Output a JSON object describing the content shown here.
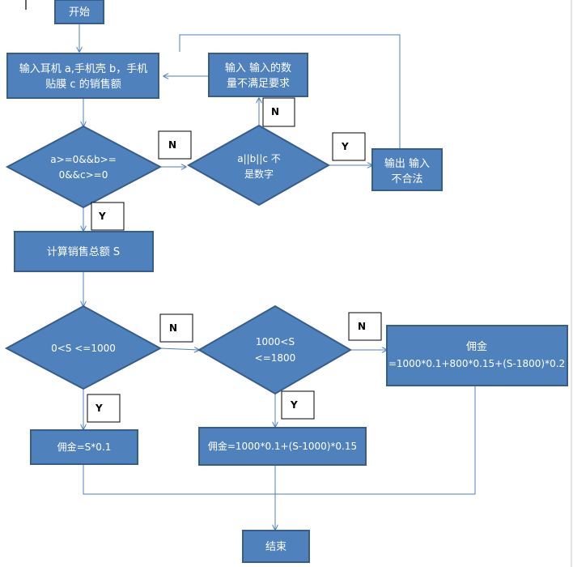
{
  "nodes": {
    "start": "开始",
    "input": [
      "输入耳机 a,手机壳 b，手机",
      "贴膜 c 的销售额"
    ],
    "error_prompt": [
      "输入  输入的数",
      "量不满足要求"
    ],
    "check_range": [
      "a>=0&&b>=",
      "0&&c>=0"
    ],
    "check_numeric": [
      "a||b||c 不",
      "是数字"
    ],
    "output_illegal": [
      "输出  输入",
      "不合法"
    ],
    "compute_total": "计算销售总额 S",
    "cond_1000": "0<S <=1000",
    "cond_1800": [
      "1000<S",
      "<=1800"
    ],
    "commission_high": [
      "佣金",
      "=1000*0.1+800*0.15+(S-1800)*0.2"
    ],
    "commission_low": "佣金=S*0.1",
    "commission_mid": "佣金=1000*0.1+(S-1000)*0.15",
    "end": "结束"
  },
  "labels": {
    "n_range": "N",
    "y_numeric": "Y",
    "n_numeric_up": "N",
    "y_range": "Y",
    "n_1000": "N",
    "n_1800": "N",
    "y_1000": "Y",
    "y_1800": "Y"
  },
  "colors": {
    "node_fill": "#4f81bd",
    "node_stroke": "#385d8a",
    "edge": "#4f81bd",
    "text": "#ffffff"
  }
}
